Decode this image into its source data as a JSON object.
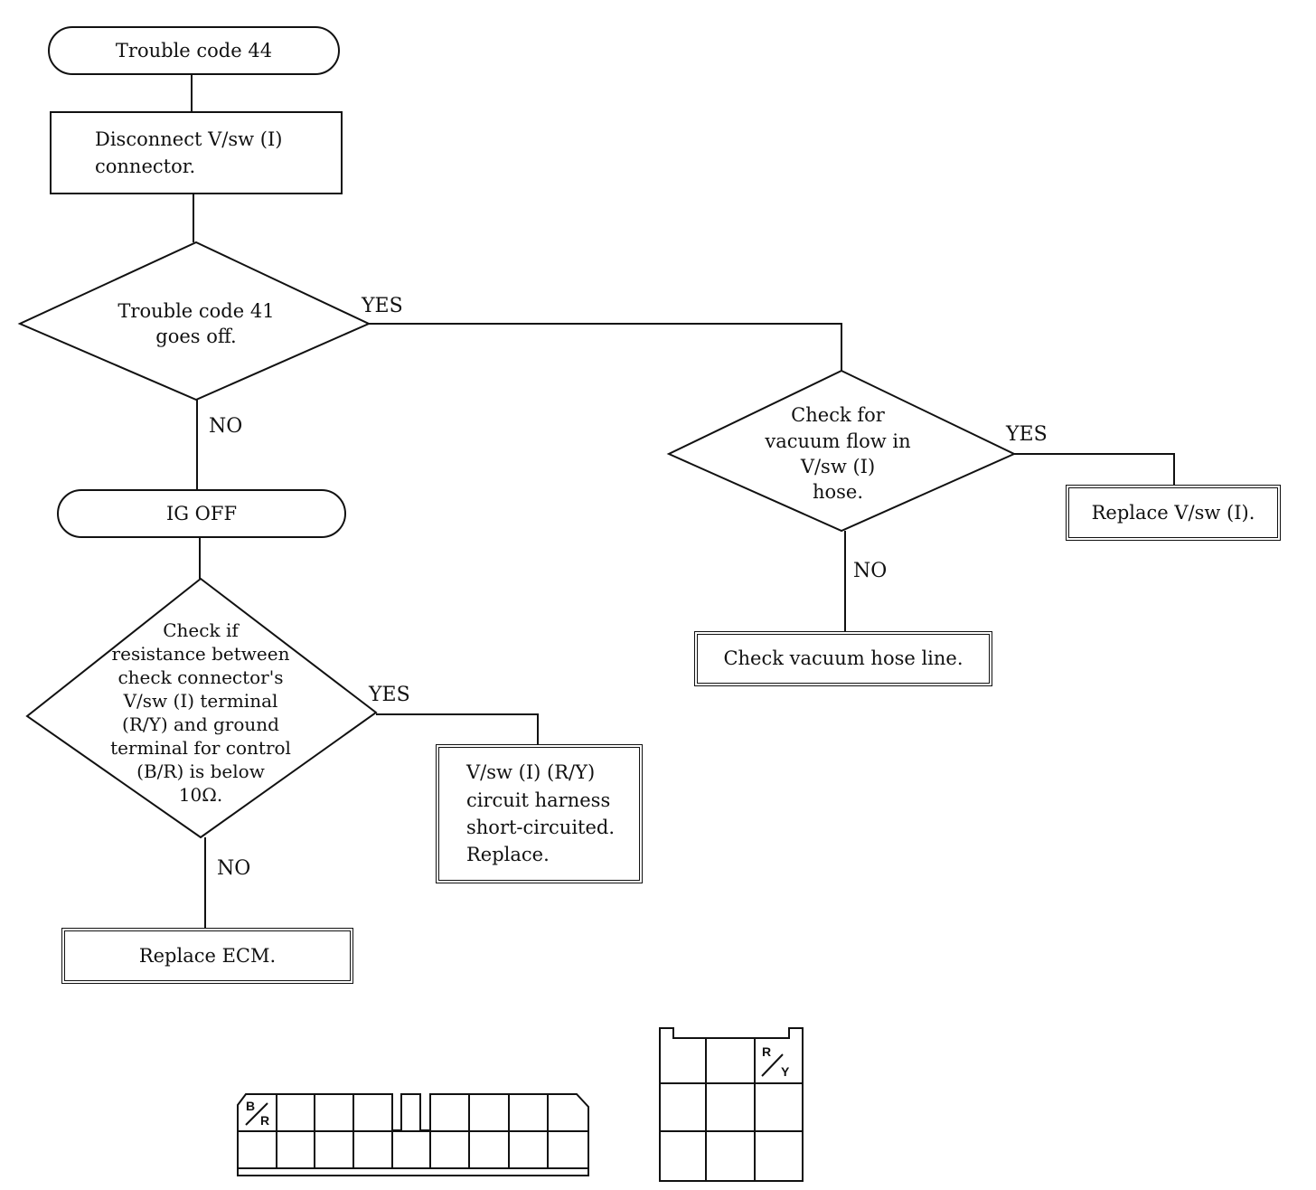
{
  "flowchart": {
    "start": "Trouble code 44",
    "disconnect_step": "Disconnect V/sw (I)\nconnector.",
    "decision_code41": "Trouble code 41\ngoes off.",
    "ig_off": "IG OFF",
    "decision_resistance": "Check if\nresistance between\ncheck connector's\nV/sw (I) terminal\n(R/Y) and ground\nterminal for control\n(B/R) is below\n10Ω.",
    "result_harness": "V/sw (I) (R/Y)\ncircuit harness\nshort-circuited.\nReplace.",
    "result_replace_ecm": "Replace ECM.",
    "decision_vacuum": "Check for\nvacuum flow in\nV/sw (I)\nhose.",
    "result_replace_vsw": "Replace V/sw (I).",
    "result_check_hose": "Check vacuum hose line.",
    "branch_labels": {
      "code41_yes": "YES",
      "code41_no": "NO",
      "resistance_yes": "YES",
      "resistance_no": "NO",
      "vacuum_yes": "YES",
      "vacuum_no": "NO"
    }
  },
  "connectors": {
    "check_connector": {
      "terminal_label": "B/R",
      "label_top": "B",
      "label_bottom": "R"
    },
    "vsw_connector": {
      "terminal_label": "R/Y",
      "label_top": "R",
      "label_bottom": "Y"
    }
  }
}
